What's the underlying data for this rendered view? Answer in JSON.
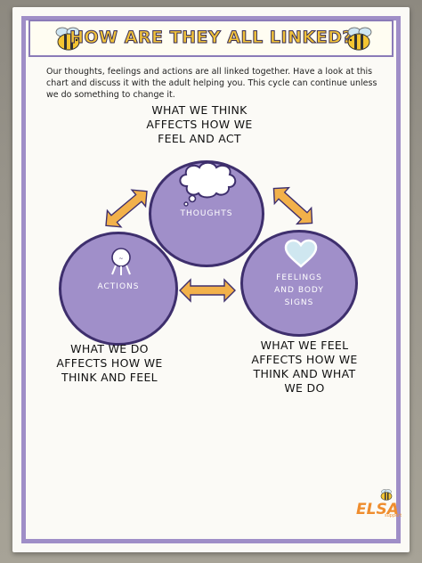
{
  "poster": {
    "title": "HOW ARE THEY ALL LINKED?",
    "intro": "Our thoughts, feelings and actions are all linked together. Have a look at this chart and discuss it with the adult helping you. This cycle can continue unless we do something to change it."
  },
  "cycle": {
    "thoughts": {
      "caption": [
        "WHAT WE THINK",
        "AFFECTS HOW WE",
        "FEEL AND ACT"
      ],
      "label": "THOUGHTS"
    },
    "actions": {
      "caption": [
        "WHAT WE DO",
        "AFFECTS HOW WE",
        "THINK AND FEEL"
      ],
      "label": "ACTIONS"
    },
    "feelings": {
      "caption": [
        "WHAT WE FEEL",
        "AFFECTS HOW WE",
        "THINK AND WHAT",
        "WE DO"
      ],
      "label": [
        "FEELINGS",
        "AND BODY",
        "SIGNS"
      ]
    }
  },
  "logo": {
    "text": "ELSA",
    "sub": "support"
  },
  "colors": {
    "circle_fill": "#a08fc9",
    "circle_border": "#3e2f6d",
    "frame": "#9f8ec7",
    "arrow": "#f2b14a",
    "title": "#f1c23a"
  },
  "icons": [
    "bee-icon",
    "thought-bubble-icon",
    "heart-icon",
    "stick-figure-icon",
    "double-arrow-icon"
  ]
}
